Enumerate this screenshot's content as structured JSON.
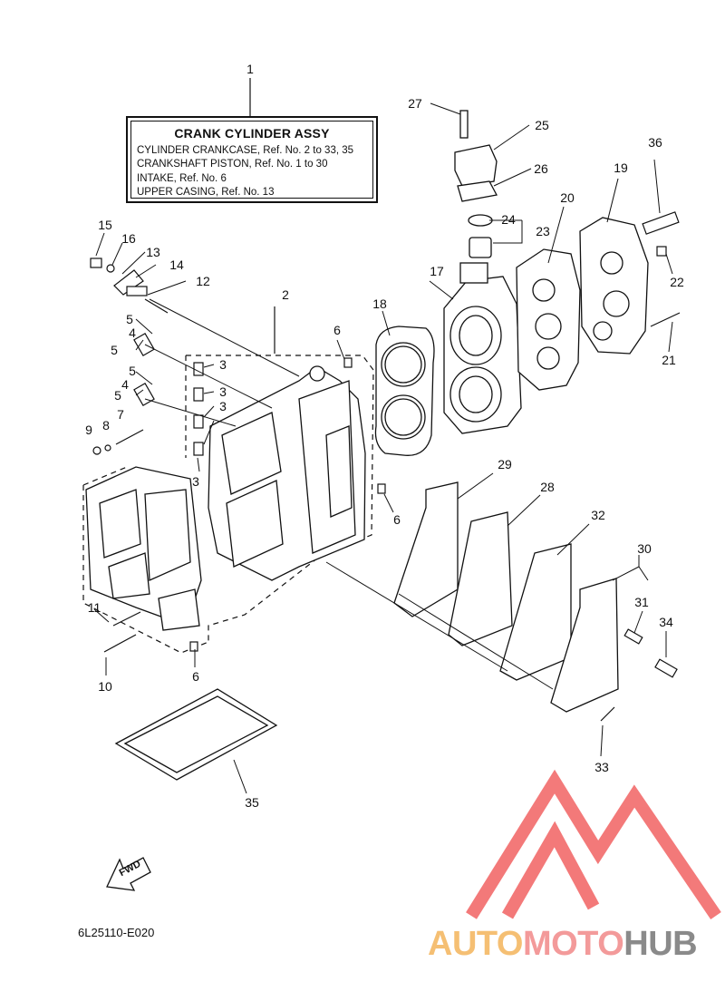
{
  "assembly_box": {
    "title": "CRANK CYLINDER ASSY",
    "lines": [
      "CYLINDER CRANKCASE,  Ref. No. 2 to 33, 35",
      "CRANKSHAFT PISTON,  Ref. No. 1 to 30",
      "INTAKE,  Ref. No. 6",
      "UPPER CASING,  Ref. No. 13"
    ]
  },
  "callouts": {
    "c1": "1",
    "c2": "2",
    "c3a": "3",
    "c3b": "3",
    "c3c": "3",
    "c3d": "3",
    "c4a": "4",
    "c4b": "4",
    "c5a": "5",
    "c5b": "5",
    "c5c": "5",
    "c5d": "5",
    "c6a": "6",
    "c6b": "6",
    "c6c": "6",
    "c7": "7",
    "c8": "8",
    "c9": "9",
    "c10": "10",
    "c11": "11",
    "c12": "12",
    "c13": "13",
    "c14": "14",
    "c15": "15",
    "c16": "16",
    "c17": "17",
    "c18": "18",
    "c19": "19",
    "c20": "20",
    "c21": "21",
    "c22": "22",
    "c23": "23",
    "c24": "24",
    "c25": "25",
    "c26": "26",
    "c27": "27",
    "c28": "28",
    "c29": "29",
    "c30": "30",
    "c31": "31",
    "c32": "32",
    "c33": "33",
    "c34": "34",
    "c35": "35",
    "c36": "36"
  },
  "fwd_label": "FWD",
  "doc_code": "6L25110-E020",
  "watermark": {
    "part1": "AUTO",
    "part2": "MOTO",
    "part3": "HUB"
  },
  "colors": {
    "line": "#111111",
    "logo_red": "#f26b6b",
    "logo_orange": "#f5bf73",
    "logo_gray": "#8a8a8a"
  }
}
